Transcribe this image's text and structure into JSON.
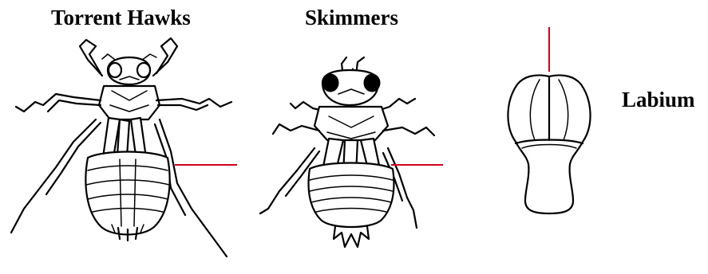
{
  "figure": {
    "labels": {
      "torrent_hawks": "Torrent Hawks",
      "skimmers": "Skimmers",
      "labium": "Labium"
    },
    "colors": {
      "pointer_line": "#d0021b",
      "ink": "#000000",
      "background": "#ffffff"
    }
  }
}
